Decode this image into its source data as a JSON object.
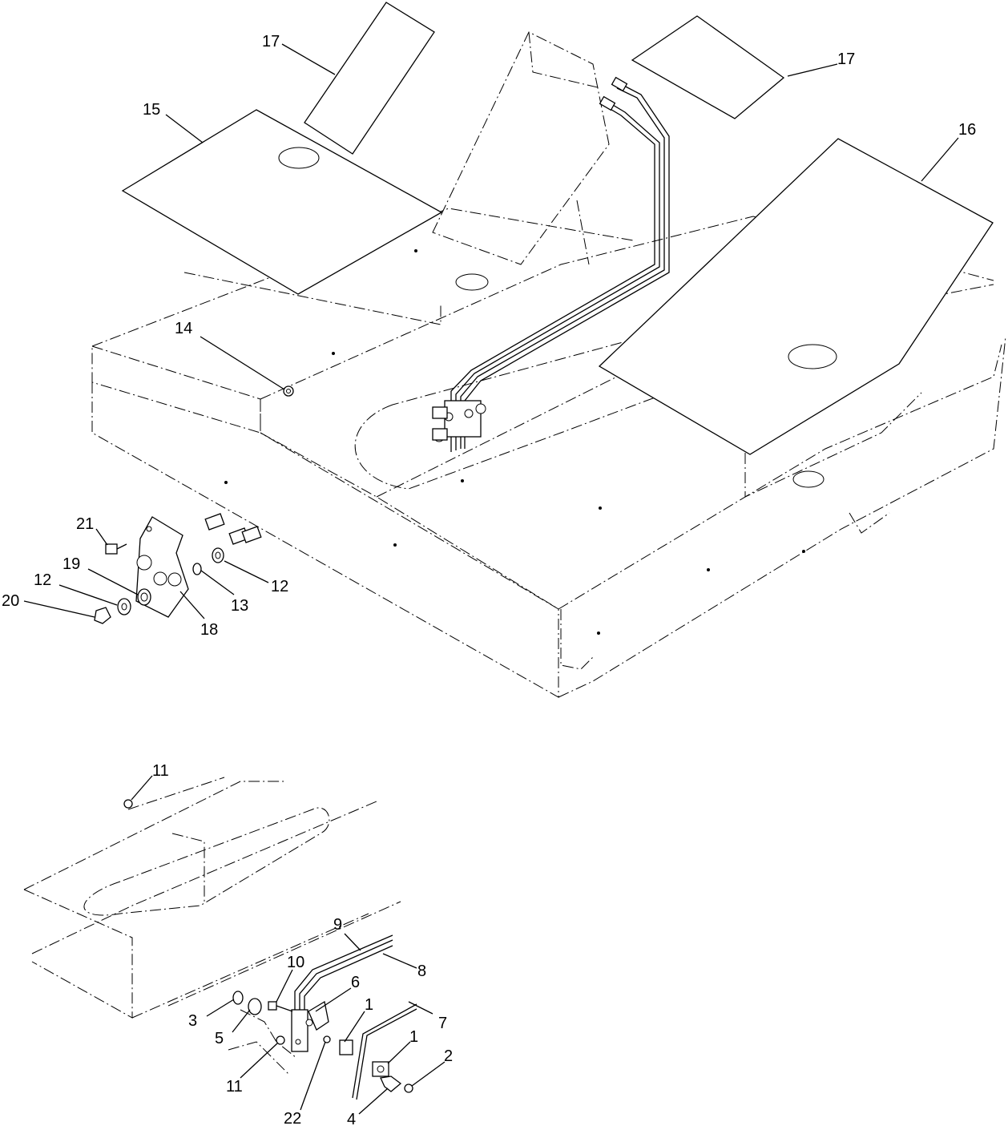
{
  "callouts": {
    "c1": "17",
    "c2": "17",
    "c3": "15",
    "c4": "16",
    "c5": "14",
    "c6": "21",
    "c7": "19",
    "c8": "12",
    "c9": "20",
    "c10": "12",
    "c11": "13",
    "c12": "18",
    "c13": "11",
    "c14": "9",
    "c15": "8",
    "c16": "10",
    "c17": "6",
    "c18": "1",
    "c19": "7",
    "c20": "3",
    "c21": "5",
    "c22": "1",
    "c23": "2",
    "c24": "11",
    "c25": "22",
    "c26": "4"
  },
  "colors": {
    "ink": "#000000",
    "background": "#ffffff"
  }
}
